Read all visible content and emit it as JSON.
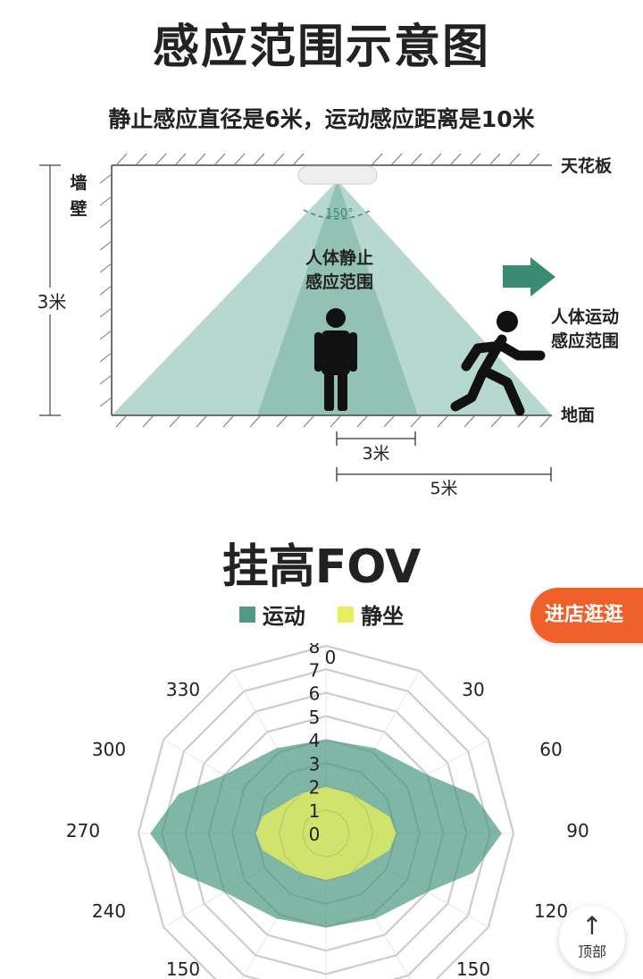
{
  "title": "感应范围示意图",
  "subtitle": "静止感应直径是6米，运动感应距离是10米",
  "diagram": {
    "ceiling": "天花板",
    "wall_1": "墙",
    "wall_2": "壁",
    "height": "3米",
    "angle": "150°",
    "static_1": "人体静止",
    "static_2": "感应范围",
    "motion_1": "人体运动",
    "motion_2": "感应范围",
    "floor": "地面",
    "dim_3m": "3米",
    "dim_5m": "5米",
    "colors": {
      "outer": "#b7d8cf",
      "inner": "#93c2b4",
      "arrow": "#3b8a72"
    }
  },
  "fov_title": "挂高FOV",
  "legend": {
    "motion": "运动",
    "motion_color": "#4e9a84",
    "static": "静坐",
    "static_color": "#e7ef5e"
  },
  "chart_data": {
    "type": "radar",
    "angle_labels": [
      "0",
      "30",
      "60",
      "90",
      "120",
      "150",
      "150",
      "240",
      "270",
      "300",
      "330"
    ],
    "ring_labels": [
      "0",
      "1",
      "2",
      "3",
      "4",
      "5",
      "6",
      "7",
      "8"
    ],
    "rmax": 8,
    "series": [
      {
        "name": "运动",
        "angles": [
          0,
          30,
          60,
          75,
          90,
          105,
          120,
          150,
          180,
          210,
          240,
          255,
          270,
          285,
          300,
          330
        ],
        "values": [
          4,
          4.2,
          5,
          6.5,
          7.5,
          6.5,
          5,
          4.2,
          4,
          4.2,
          5,
          6.5,
          7.5,
          6.5,
          5,
          4.2
        ]
      },
      {
        "name": "静坐",
        "angles": [
          0,
          30,
          60,
          75,
          90,
          105,
          120,
          150,
          180,
          210,
          240,
          255,
          270,
          285,
          300,
          330
        ],
        "values": [
          2,
          2,
          2.3,
          2.8,
          3,
          2.8,
          2.3,
          2,
          2,
          2,
          2.3,
          2.8,
          3,
          2.8,
          2.3,
          2
        ]
      }
    ]
  },
  "ui": {
    "shop_button": "进店逛逛",
    "top_button": "顶部",
    "top_arrow": "↑"
  }
}
